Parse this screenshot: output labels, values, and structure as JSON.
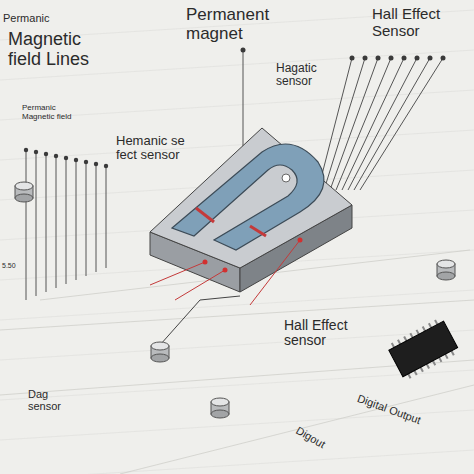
{
  "diagram": {
    "labels": [
      "Permanic",
      "Magnetic field Lines",
      "Permanent magnet",
      "Hall Effect Sensor",
      "Hagatic sensor",
      "Permanic Magnetic field",
      "Hemanic se fect sensor",
      "5.50",
      "Hall Effect sensor",
      "Dag sensor",
      "Digital Output",
      "Digout"
    ]
  }
}
